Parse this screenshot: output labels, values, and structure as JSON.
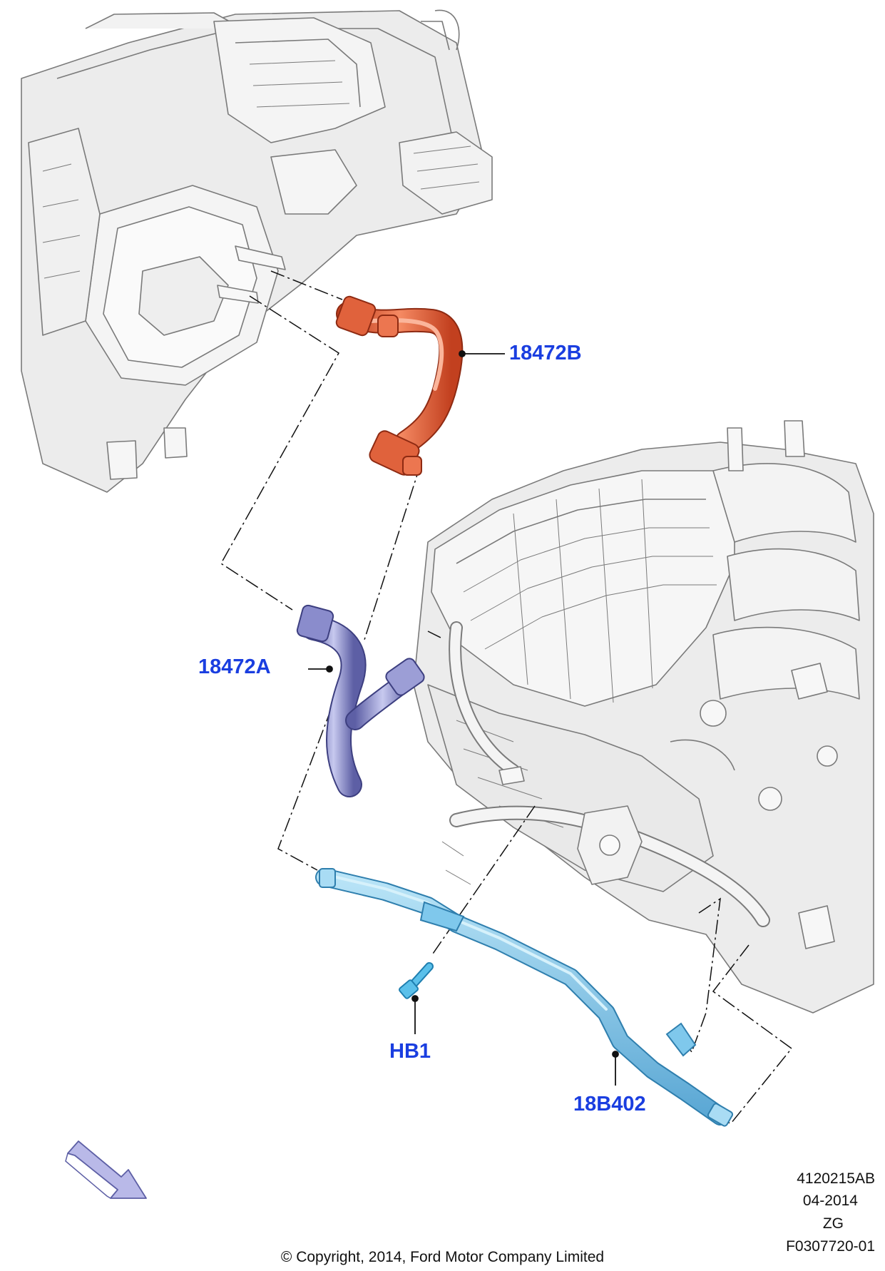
{
  "callouts": {
    "hose_upper": "18472B",
    "hose_lower": "18472A",
    "bolt": "HB1",
    "tube": "18B402"
  },
  "reference": {
    "code": "4120215AB",
    "date": "04-2014",
    "zone": "ZG",
    "figure": "F0307720-01"
  },
  "copyright": "© Copyright, 2014, Ford Motor Company Limited",
  "colors": {
    "hose_upper": "#e0623c",
    "hose_lower": "#8a8ccc",
    "tube": "#7fc8ec",
    "bolt": "#5bc0ea",
    "callout_text": "#1a3ee0",
    "engine_line": "#7a7a7a",
    "engine_fill": "#ececec",
    "arrow_fill": "#b9b9e8"
  }
}
